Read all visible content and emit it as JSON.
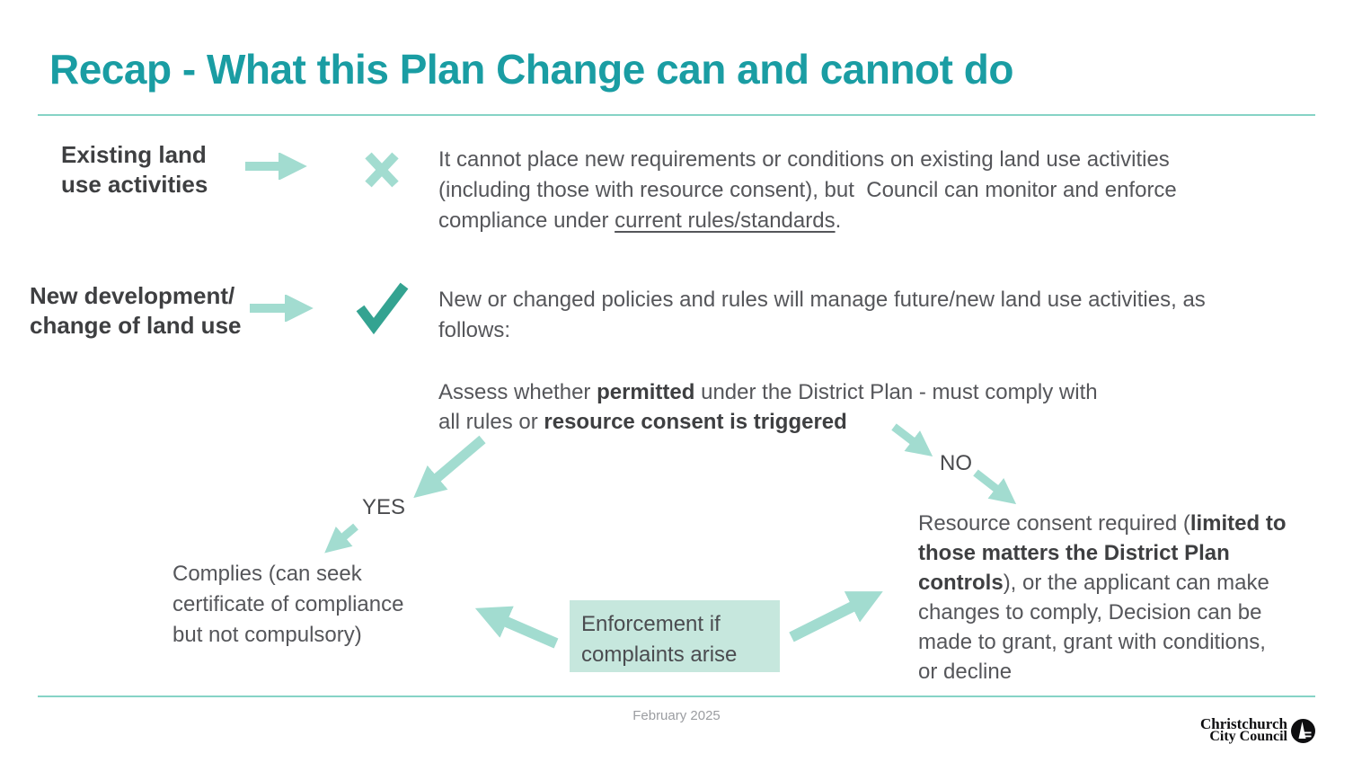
{
  "colors": {
    "title_teal": "#1a9da3",
    "arrow_teal": "#a2dcd0",
    "check_teal": "#34a391",
    "rule_teal": "#86d3c6",
    "box_bg": "#c6e7dd"
  },
  "title": "Recap - What this Plan Change can and cannot do",
  "row_existing": {
    "label": "Existing land\nuse activities",
    "icon": "cross-icon",
    "paragraph": [
      {
        "t": "It cannot place new requirements or conditions on existing land use activities\n(including those with resource consent), but  Council can monitor and enforce\ncompliance under "
      },
      {
        "t": "current rules/standards",
        "u": true
      },
      {
        "t": "."
      }
    ]
  },
  "row_new": {
    "label": "New development/\nchange of land use",
    "icon": "check-icon",
    "paragraph": "New or changed policies and rules will manage future/new land use activities, as\nfollows:"
  },
  "flowchart": {
    "assess": [
      {
        "t": "Assess whether "
      },
      {
        "t": "permitted",
        "b": true
      },
      {
        "t": " under the District Plan - must comply with\nall rules or "
      },
      {
        "t": "resource consent is triggered",
        "b": true
      }
    ],
    "yes_label": "YES",
    "no_label": "NO",
    "complies": "Complies (can seek\ncertificate of compliance\nbut not compulsory)",
    "enforcement": "Enforcement if\ncomplaints arise",
    "resource": [
      {
        "t": "Resource consent required ("
      },
      {
        "t": "limited to\nthose matters the District Plan\ncontrols",
        "b": true
      },
      {
        "t": "), or the applicant can make\nchanges to comply, Decision can be\nmade to grant, grant with conditions,\nor decline"
      }
    ]
  },
  "footer": {
    "date": "February 2025",
    "logo": {
      "line1": "Christchurch",
      "line2": "City Council"
    }
  }
}
